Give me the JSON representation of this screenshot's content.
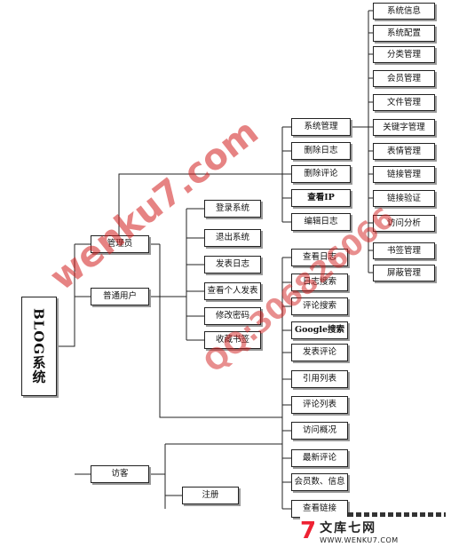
{
  "diagram": {
    "root": "BLOG系统",
    "roles": {
      "admin": "管理员",
      "user": "普通用户",
      "visitor": "访客"
    },
    "common_actions": {
      "login": "登录系统",
      "logout": "退出系统",
      "post": "发表日志",
      "view_own": "查看个人发表",
      "change_pwd": "修改密码",
      "bookmark": "收藏书签"
    },
    "admin_actions": {
      "sys_manage": "系统管理",
      "delete_log": "删除日志",
      "delete_comment": "删除评论",
      "view_ip": "查看IP",
      "edit_log": "编辑日志"
    },
    "sys_sub": {
      "sys_info": "系统信息",
      "sys_config": "系统配置",
      "category": "分类管理",
      "member": "会员管理",
      "file": "文件管理",
      "keyword": "关键字管理",
      "emoticon": "表情管理",
      "link": "链接管理",
      "link_verify": "链接验证",
      "visit_analysis": "访问分析",
      "bookmark_manage": "书签管理",
      "block": "屏蔽管理"
    },
    "visitor_actions": {
      "view_log": "查看日志",
      "log_search": "日志搜索",
      "comment_search": "评论搜索",
      "google_search": "Google搜索",
      "post_comment": "发表评论",
      "trackback": "引用列表",
      "comment_list": "评论列表",
      "visit_overview": "访问概况",
      "latest_comment": "最新评论",
      "member_count": "会员数、信息",
      "view_links": "查看链接",
      "register": "注册"
    }
  },
  "watermarks": {
    "site": "wenku7.com",
    "qq": "QQ:306826066"
  },
  "footer": {
    "name": "文库七网",
    "url": "WWW.WENKU7.COM",
    "mark": "7"
  },
  "colors": {
    "line": "#222222",
    "watermark": "#d21e1e"
  }
}
